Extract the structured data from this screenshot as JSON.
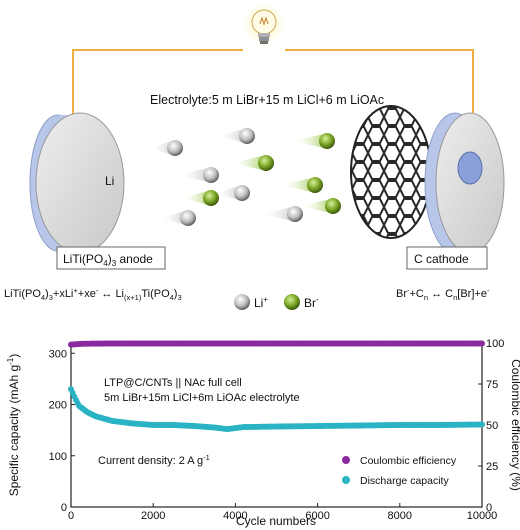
{
  "schematic": {
    "electrolyte_prefix": "Electrolyte:",
    "electrolyte_text": "5 m LiBr+15 m LiCl+6 m LiOAc",
    "li_label": "Li",
    "anode_label": {
      "base": "LiTi(PO",
      "sub": "4",
      "end": ")",
      "sub2": "3",
      "tail": " anode"
    },
    "cathode_label": "C cathode",
    "anode_reaction": {
      "p1": "LiTi(PO",
      "s1": "4",
      "p2": ")",
      "s2": "3",
      "p3": "+xLi",
      "sup1": "+",
      "p4": "+xe",
      "sup2": "-",
      "p5": " ↔ Li",
      "s3": "(x+1)",
      "p6": "Ti(PO",
      "s4": "4",
      "p7": ")",
      "s5": "3"
    },
    "cathode_reaction": {
      "p1": "Br",
      "sup1": "-",
      "p2": "+C",
      "s1": "n",
      "p3": " ↔ C",
      "s2": "n",
      "p4": "[Br]+e",
      "sup2": "-"
    },
    "legend_li": {
      "base": "Li",
      "sup": "+"
    },
    "legend_br": {
      "base": "Br",
      "sup": "-"
    },
    "colors": {
      "wire": "#f0b040",
      "li_ion": "#9a9a9a",
      "br_ion": "#6f9a1e",
      "disk_face": "#d8d8d8",
      "disk_edge": "#9fb1d8"
    }
  },
  "chart_data": {
    "type": "scatter",
    "xlabel": "Cycle numbers",
    "ylabel_left": "Specific capacity (mAh g",
    "ylabel_left_sup": "-1",
    "ylabel_left_tail": ")",
    "ylabel_right": "Coulombic efficiency (%)",
    "xlim": [
      0,
      10000
    ],
    "ylim_left": [
      0,
      320
    ],
    "ylim_right": [
      0,
      100
    ],
    "x_ticks": [
      "0",
      "2000",
      "4000",
      "6000",
      "8000",
      "10000"
    ],
    "y_left_ticks": [
      "0",
      "100",
      "200",
      "300"
    ],
    "y_right_ticks": [
      "0",
      "25",
      "50",
      "75",
      "100"
    ],
    "annotation_line1": "LTP@C/CNTs || NAc full cell",
    "annotation_line2": "5m LiBr+15m LiCl+6m LiOAc electrolyte",
    "annotation_density": "Current density: 2 A g",
    "annotation_density_sup": "-1",
    "series": [
      {
        "name": "Coulombic efficiency",
        "axis": "right",
        "color": "#8a2a9e",
        "x": [
          0,
          250,
          500,
          1000,
          2000,
          3000,
          4000,
          5000,
          6000,
          7000,
          8000,
          9000,
          10000
        ],
        "y": [
          99,
          99.5,
          99.6,
          99.7,
          99.7,
          99.7,
          99.7,
          99.7,
          99.7,
          99.7,
          99.7,
          99.7,
          99.7
        ]
      },
      {
        "name": "Discharge capacity",
        "axis": "left",
        "color": "#2bb3c4",
        "x": [
          0,
          100,
          200,
          400,
          600,
          1000,
          1500,
          2000,
          2500,
          3000,
          3500,
          3800,
          4200,
          5000,
          6000,
          7000,
          8000,
          9000,
          10000
        ],
        "y": [
          230,
          212,
          197,
          185,
          177,
          168,
          163,
          160,
          160,
          158,
          155,
          152,
          156,
          157,
          158,
          159,
          160,
          160,
          161
        ]
      }
    ]
  }
}
